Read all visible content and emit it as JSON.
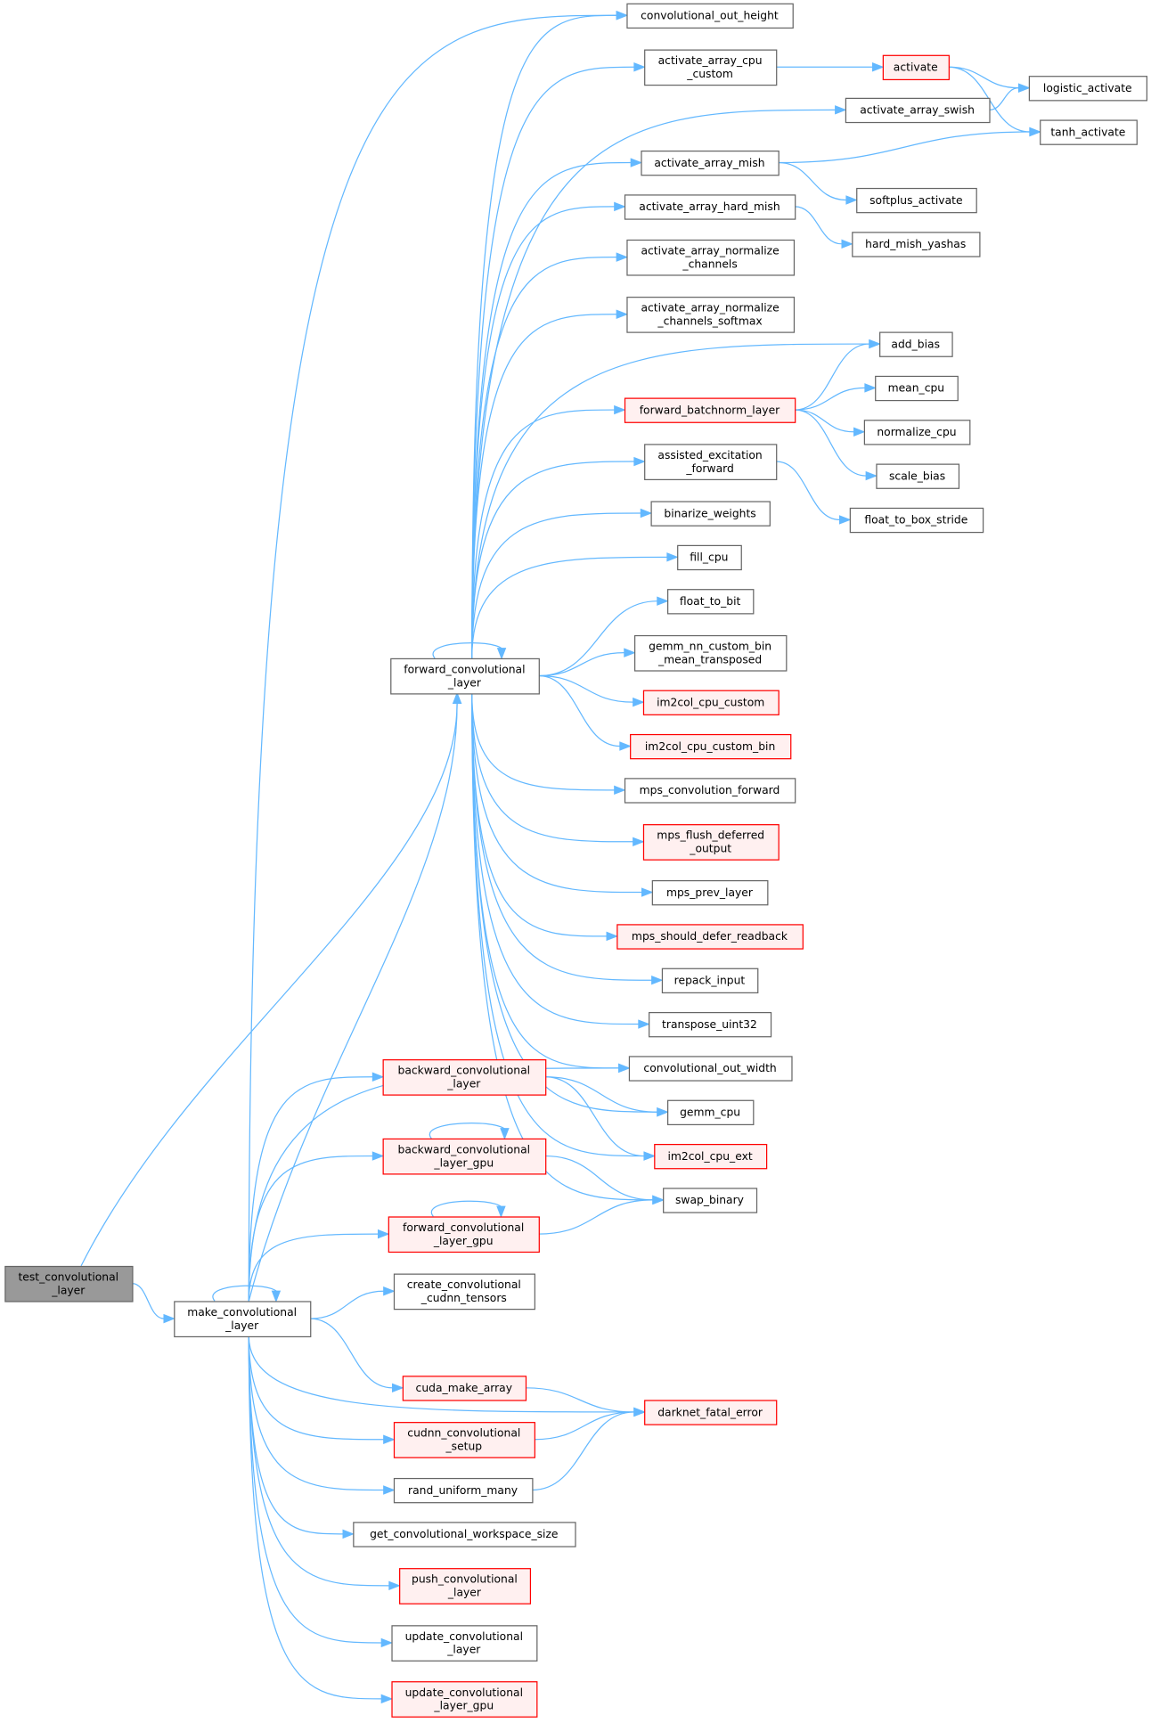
{
  "title": "Call graph of make_convolutional_layer",
  "colors": {
    "edge": "#63b8ff",
    "node_fill": "#ffffff",
    "node_stroke": "#666666",
    "root_fill": "#999999",
    "red_fill": "#fff0f0",
    "red_stroke": "#ff0000"
  },
  "nodes": [
    {
      "id": "test",
      "lines": [
        "test_convolutional",
        "_layer"
      ],
      "style": "root"
    },
    {
      "id": "make",
      "lines": [
        "make_convolutional",
        "_layer"
      ],
      "style": "normal"
    },
    {
      "id": "fwd",
      "lines": [
        "forward_convolutional",
        "_layer"
      ],
      "style": "normal"
    },
    {
      "id": "outh",
      "lines": [
        "convolutional_out_height"
      ],
      "style": "normal"
    },
    {
      "id": "aacc",
      "lines": [
        "activate_array_cpu",
        "_custom"
      ],
      "style": "normal"
    },
    {
      "id": "act",
      "lines": [
        "activate"
      ],
      "style": "red"
    },
    {
      "id": "logi",
      "lines": [
        "logistic_activate"
      ],
      "style": "normal"
    },
    {
      "id": "tanh",
      "lines": [
        "tanh_activate"
      ],
      "style": "normal"
    },
    {
      "id": "swish",
      "lines": [
        "activate_array_swish"
      ],
      "style": "normal"
    },
    {
      "id": "mish",
      "lines": [
        "activate_array_mish"
      ],
      "style": "normal"
    },
    {
      "id": "softp",
      "lines": [
        "softplus_activate"
      ],
      "style": "normal"
    },
    {
      "id": "hmish",
      "lines": [
        "activate_array_hard_mish"
      ],
      "style": "normal"
    },
    {
      "id": "hmy",
      "lines": [
        "hard_mish_yashas"
      ],
      "style": "normal"
    },
    {
      "id": "anc",
      "lines": [
        "activate_array_normalize",
        "_channels"
      ],
      "style": "normal"
    },
    {
      "id": "ancs",
      "lines": [
        "activate_array_normalize",
        "_channels_softmax"
      ],
      "style": "normal"
    },
    {
      "id": "addb",
      "lines": [
        "add_bias"
      ],
      "style": "normal"
    },
    {
      "id": "mean",
      "lines": [
        "mean_cpu"
      ],
      "style": "normal"
    },
    {
      "id": "fbn",
      "lines": [
        "forward_batchnorm_layer"
      ],
      "style": "red"
    },
    {
      "id": "norm",
      "lines": [
        "normalize_cpu"
      ],
      "style": "normal"
    },
    {
      "id": "assist",
      "lines": [
        "assisted_excitation",
        "_forward"
      ],
      "style": "normal"
    },
    {
      "id": "scaleb",
      "lines": [
        "scale_bias"
      ],
      "style": "normal"
    },
    {
      "id": "f2bs",
      "lines": [
        "float_to_box_stride"
      ],
      "style": "normal"
    },
    {
      "id": "binw",
      "lines": [
        "binarize_weights"
      ],
      "style": "normal"
    },
    {
      "id": "fill",
      "lines": [
        "fill_cpu"
      ],
      "style": "normal"
    },
    {
      "id": "f2bit",
      "lines": [
        "float_to_bit"
      ],
      "style": "normal"
    },
    {
      "id": "gemmnn",
      "lines": [
        "gemm_nn_custom_bin",
        "_mean_transposed"
      ],
      "style": "normal"
    },
    {
      "id": "i2cc",
      "lines": [
        "im2col_cpu_custom"
      ],
      "style": "red"
    },
    {
      "id": "i2ccb",
      "lines": [
        "im2col_cpu_custom_bin"
      ],
      "style": "red"
    },
    {
      "id": "mpsf",
      "lines": [
        "mps_convolution_forward"
      ],
      "style": "normal"
    },
    {
      "id": "mpsfl",
      "lines": [
        "mps_flush_deferred",
        "_output"
      ],
      "style": "red"
    },
    {
      "id": "mpsp",
      "lines": [
        "mps_prev_layer"
      ],
      "style": "normal"
    },
    {
      "id": "mpss",
      "lines": [
        "mps_should_defer_readback"
      ],
      "style": "red"
    },
    {
      "id": "repack",
      "lines": [
        "repack_input"
      ],
      "style": "normal"
    },
    {
      "id": "trans",
      "lines": [
        "transpose_uint32"
      ],
      "style": "normal"
    },
    {
      "id": "outw",
      "lines": [
        "convolutional_out_width"
      ],
      "style": "normal"
    },
    {
      "id": "gemm",
      "lines": [
        "gemm_cpu"
      ],
      "style": "normal"
    },
    {
      "id": "i2ce",
      "lines": [
        "im2col_cpu_ext"
      ],
      "style": "red"
    },
    {
      "id": "swap",
      "lines": [
        "swap_binary"
      ],
      "style": "normal"
    },
    {
      "id": "bwd",
      "lines": [
        "backward_convolutional",
        "_layer"
      ],
      "style": "red"
    },
    {
      "id": "bwdg",
      "lines": [
        "backward_convolutional",
        "_layer_gpu"
      ],
      "style": "red"
    },
    {
      "id": "fwdg",
      "lines": [
        "forward_convolutional",
        "_layer_gpu"
      ],
      "style": "red"
    },
    {
      "id": "cudnnt",
      "lines": [
        "create_convolutional",
        "_cudnn_tensors"
      ],
      "style": "normal"
    },
    {
      "id": "cma",
      "lines": [
        "cuda_make_array"
      ],
      "style": "red"
    },
    {
      "id": "dfe",
      "lines": [
        "darknet_fatal_error"
      ],
      "style": "red"
    },
    {
      "id": "cudnns",
      "lines": [
        "cudnn_convolutional",
        "_setup"
      ],
      "style": "red"
    },
    {
      "id": "rum",
      "lines": [
        "rand_uniform_many"
      ],
      "style": "normal"
    },
    {
      "id": "gws",
      "lines": [
        "get_convolutional_workspace_size"
      ],
      "style": "normal"
    },
    {
      "id": "push",
      "lines": [
        "push_convolutional",
        "_layer"
      ],
      "style": "red"
    },
    {
      "id": "upd",
      "lines": [
        "update_convolutional",
        "_layer"
      ],
      "style": "normal"
    },
    {
      "id": "updg",
      "lines": [
        "update_convolutional",
        "_layer_gpu"
      ],
      "style": "red"
    }
  ],
  "edges": [
    [
      "test",
      "make"
    ],
    [
      "test",
      "fwd"
    ],
    [
      "make",
      "make"
    ],
    [
      "make",
      "outh"
    ],
    [
      "make",
      "fwd"
    ],
    [
      "make",
      "outw"
    ],
    [
      "make",
      "bwd"
    ],
    [
      "make",
      "bwdg"
    ],
    [
      "make",
      "fwdg"
    ],
    [
      "make",
      "cudnnt"
    ],
    [
      "make",
      "cma"
    ],
    [
      "make",
      "dfe"
    ],
    [
      "make",
      "cudnns"
    ],
    [
      "make",
      "rum"
    ],
    [
      "make",
      "gws"
    ],
    [
      "make",
      "push"
    ],
    [
      "make",
      "upd"
    ],
    [
      "make",
      "updg"
    ],
    [
      "fwd",
      "fwd"
    ],
    [
      "fwd",
      "outh"
    ],
    [
      "fwd",
      "aacc"
    ],
    [
      "fwd",
      "swish"
    ],
    [
      "fwd",
      "mish"
    ],
    [
      "fwd",
      "hmish"
    ],
    [
      "fwd",
      "anc"
    ],
    [
      "fwd",
      "ancs"
    ],
    [
      "fwd",
      "addb"
    ],
    [
      "fwd",
      "fbn"
    ],
    [
      "fwd",
      "assist"
    ],
    [
      "fwd",
      "binw"
    ],
    [
      "fwd",
      "fill"
    ],
    [
      "fwd",
      "f2bit"
    ],
    [
      "fwd",
      "gemmnn"
    ],
    [
      "fwd",
      "i2cc"
    ],
    [
      "fwd",
      "i2ccb"
    ],
    [
      "fwd",
      "mpsf"
    ],
    [
      "fwd",
      "mpsfl"
    ],
    [
      "fwd",
      "mpsp"
    ],
    [
      "fwd",
      "mpss"
    ],
    [
      "fwd",
      "repack"
    ],
    [
      "fwd",
      "trans"
    ],
    [
      "fwd",
      "outw"
    ],
    [
      "fwd",
      "gemm"
    ],
    [
      "fwd",
      "i2ce"
    ],
    [
      "fwd",
      "swap"
    ],
    [
      "aacc",
      "act"
    ],
    [
      "act",
      "logi"
    ],
    [
      "act",
      "tanh"
    ],
    [
      "swish",
      "logi"
    ],
    [
      "mish",
      "tanh"
    ],
    [
      "mish",
      "softp"
    ],
    [
      "hmish",
      "hmy"
    ],
    [
      "fbn",
      "addb"
    ],
    [
      "fbn",
      "mean"
    ],
    [
      "fbn",
      "norm"
    ],
    [
      "fbn",
      "scaleb"
    ],
    [
      "assist",
      "f2bs"
    ],
    [
      "bwd",
      "gemm"
    ],
    [
      "bwd",
      "i2ce"
    ],
    [
      "bwdg",
      "bwdg"
    ],
    [
      "bwdg",
      "swap"
    ],
    [
      "fwdg",
      "fwdg"
    ],
    [
      "fwdg",
      "swap"
    ],
    [
      "cma",
      "dfe"
    ],
    [
      "cudnns",
      "dfe"
    ],
    [
      "rum",
      "dfe"
    ]
  ]
}
